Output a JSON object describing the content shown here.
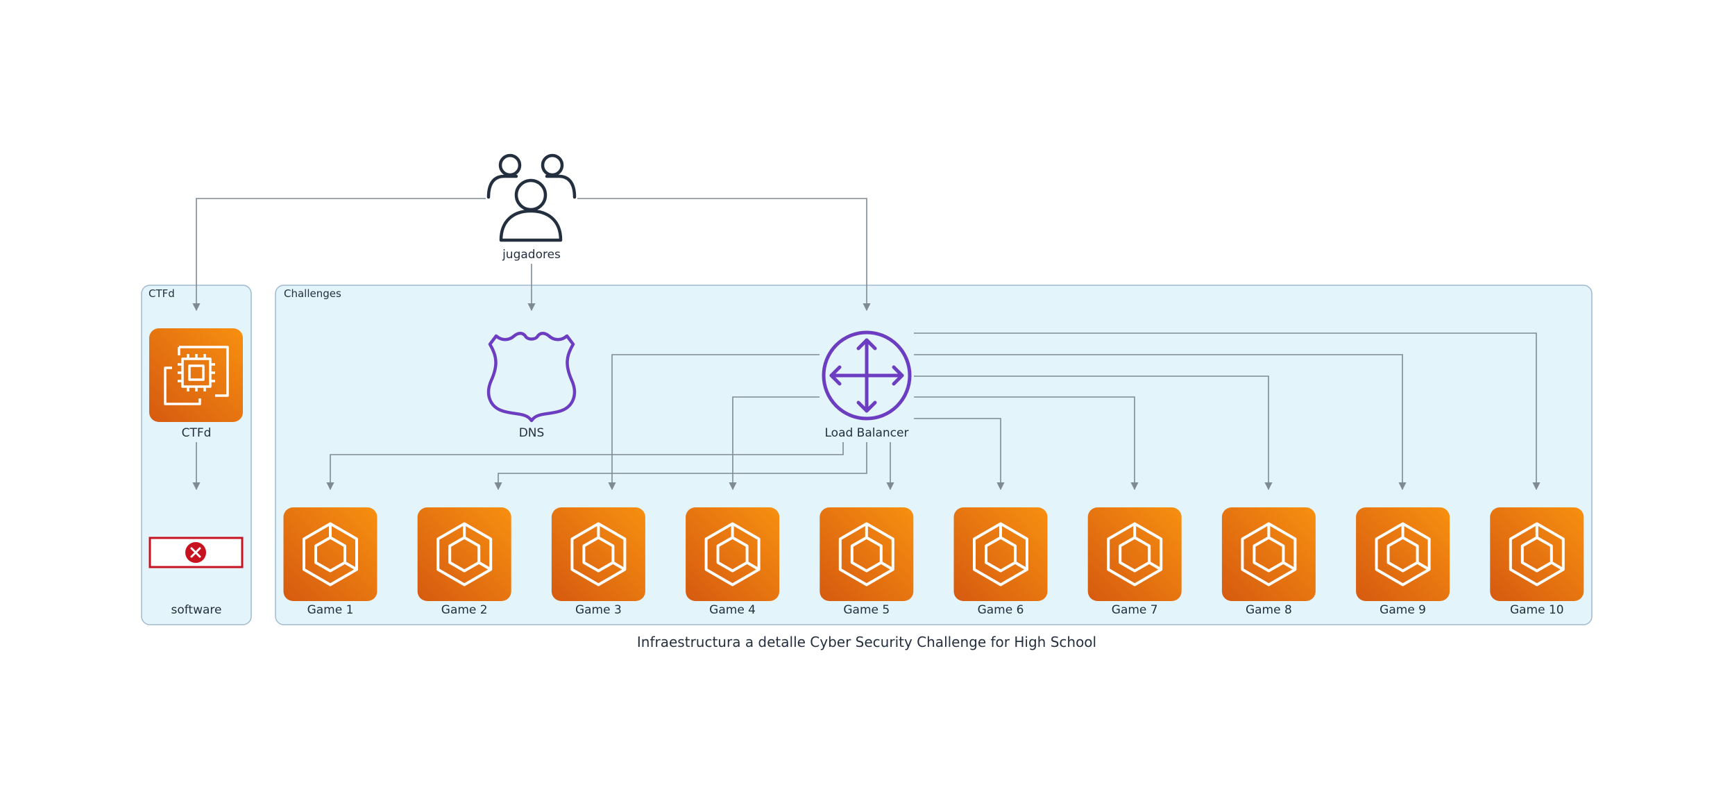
{
  "caption": "Infraestructura a detalle Cyber Security Challenge for High School",
  "colors": {
    "group_fill": "#e3f4fb",
    "group_stroke": "#9fbad0",
    "compute_orange_top": "#f79010",
    "compute_orange_bottom": "#d65a10",
    "network_purple": "#6c3cc1",
    "edge_gray": "#7f8a93",
    "error_red": "#c7131f",
    "users_dark": "#232f3e"
  },
  "groups": {
    "ctfd": {
      "label": "CTFd"
    },
    "challenges": {
      "label": "Challenges"
    }
  },
  "nodes": {
    "players": {
      "label": "jugadores",
      "icon": "users-icon"
    },
    "ctfd": {
      "label": "CTFd",
      "icon": "ec2-instances-icon"
    },
    "software": {
      "label": "software",
      "icon": "missing-image-icon"
    },
    "dns": {
      "label": "DNS",
      "icon": "route53-dns-shield-icon"
    },
    "lb": {
      "label": "Load Balancer",
      "icon": "load-balancer-icon"
    }
  },
  "games": [
    {
      "label": "Game 1"
    },
    {
      "label": "Game 2"
    },
    {
      "label": "Game 3"
    },
    {
      "label": "Game 4"
    },
    {
      "label": "Game 5"
    },
    {
      "label": "Game 6"
    },
    {
      "label": "Game 7"
    },
    {
      "label": "Game 8"
    },
    {
      "label": "Game 9"
    },
    {
      "label": "Game 10"
    }
  ],
  "edges": [
    {
      "from": "jugadores",
      "to": "CTFd"
    },
    {
      "from": "jugadores",
      "to": "DNS"
    },
    {
      "from": "jugadores",
      "to": "Load Balancer"
    },
    {
      "from": "CTFd",
      "to": "software"
    },
    {
      "from": "Load Balancer",
      "to": "Game 1"
    },
    {
      "from": "Load Balancer",
      "to": "Game 2"
    },
    {
      "from": "Load Balancer",
      "to": "Game 3"
    },
    {
      "from": "Load Balancer",
      "to": "Game 4"
    },
    {
      "from": "Load Balancer",
      "to": "Game 5"
    },
    {
      "from": "Load Balancer",
      "to": "Game 6"
    },
    {
      "from": "Load Balancer",
      "to": "Game 7"
    },
    {
      "from": "Load Balancer",
      "to": "Game 8"
    },
    {
      "from": "Load Balancer",
      "to": "Game 9"
    },
    {
      "from": "Load Balancer",
      "to": "Game 10"
    }
  ]
}
